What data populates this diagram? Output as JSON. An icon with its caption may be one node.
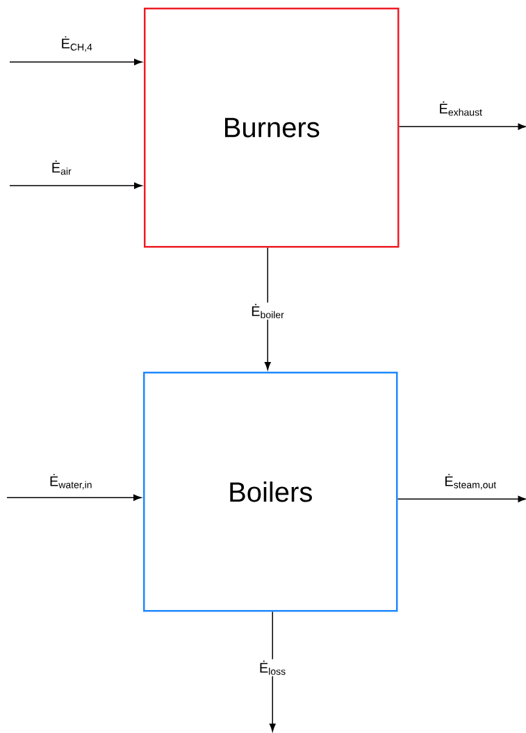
{
  "diagram": {
    "nodes": [
      {
        "text": [
          "Burners"
        ]
      },
      {
        "text": [
          "Boilers"
        ]
      }
    ],
    "edges": [
      {
        "from": null,
        "to": 0,
        "arrow": "to",
        "label": "Ė$_{CH,4}$"
      },
      {
        "from": null,
        "to": 0,
        "arrow": "to",
        "label": "Ė$_{air}$"
      },
      {
        "from": 0,
        "to": null,
        "arrow": "to",
        "label": "Ė$_{exhaust}$"
      },
      {
        "from": 0,
        "to": 1,
        "arrow": "to",
        "label": "Ė$_{boiler}$"
      },
      {
        "from": null,
        "to": 1,
        "arrow": "to",
        "label": "Ė$_{water,in}$"
      },
      {
        "from": 1,
        "to": null,
        "arrow": "to",
        "label": "Ė$_{steam,out}$"
      },
      {
        "from": 1,
        "to": null,
        "arrow": "to",
        "label": "Ė$_{loss}$"
      }
    ]
  }
}
